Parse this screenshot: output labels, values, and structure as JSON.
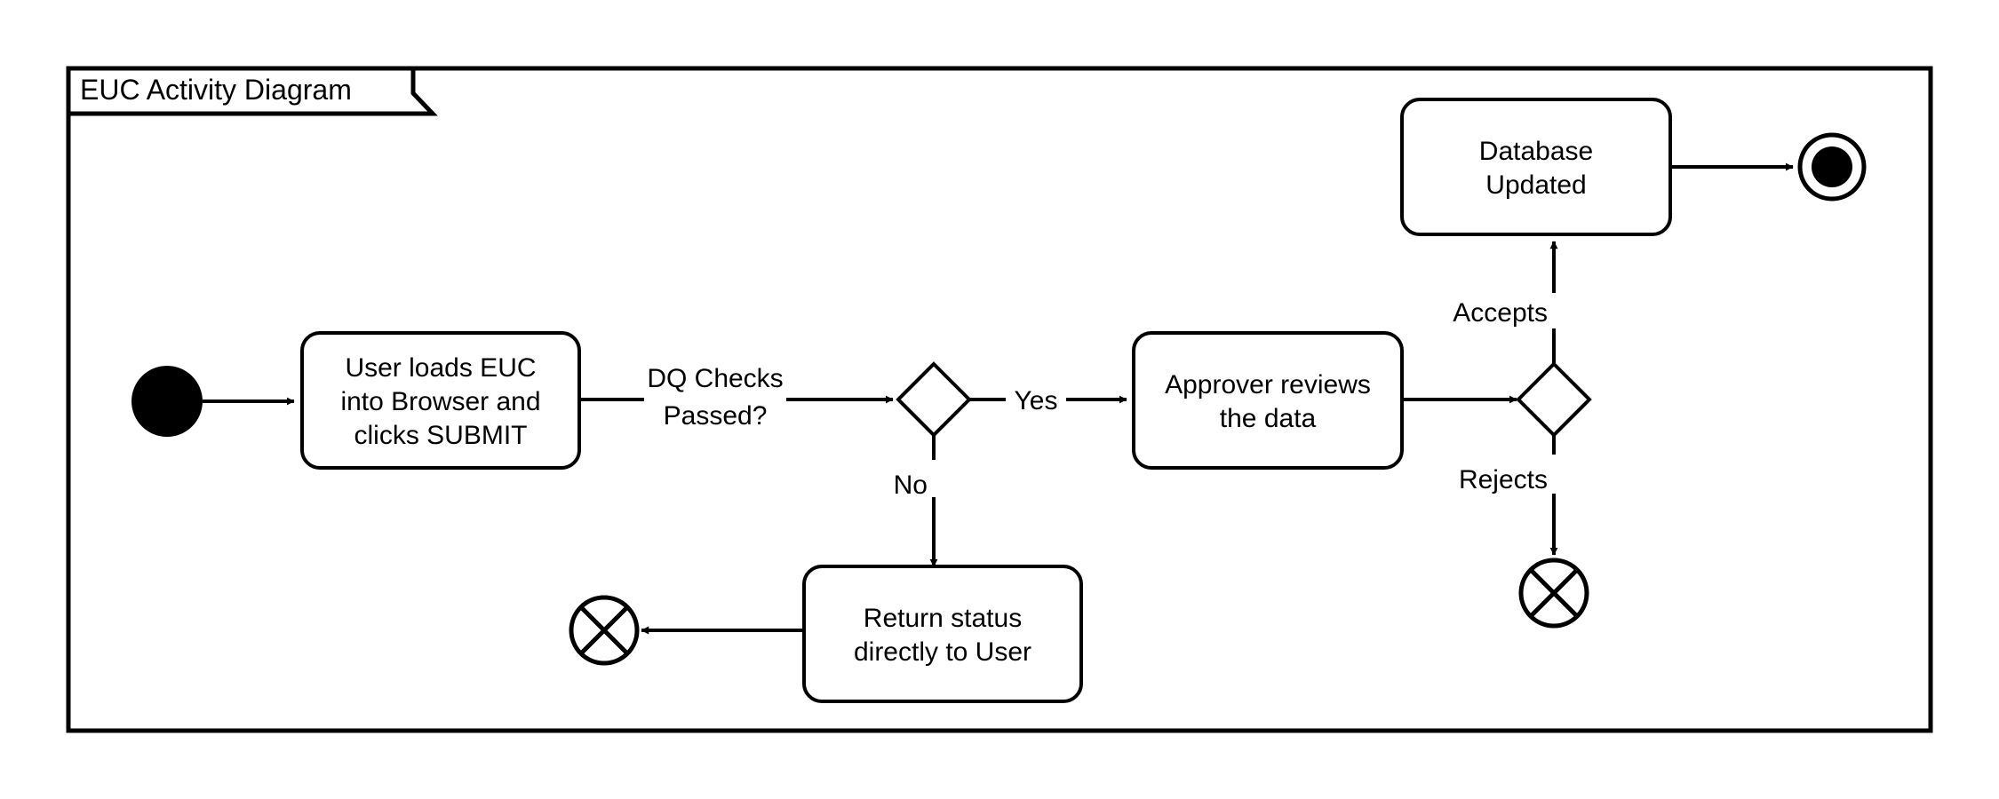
{
  "diagram": {
    "type": "uml-activity-diagram",
    "frame_title": "EUC Activity Diagram",
    "background_color": "#ffffff",
    "line_color": "#000000",
    "nodes": [
      {
        "id": "start",
        "kind": "initial-node",
        "label": ""
      },
      {
        "id": "load-euc",
        "kind": "action",
        "label": "User loads EUC into Browser and clicks SUBMIT",
        "line1": "User loads EUC",
        "line2": "into Browser and",
        "line3": "clicks SUBMIT"
      },
      {
        "id": "dq-decision",
        "kind": "decision",
        "label": ""
      },
      {
        "id": "approver",
        "kind": "action",
        "label": "Approver reviews the data",
        "line1": "Approver reviews",
        "line2": "the data"
      },
      {
        "id": "approval",
        "kind": "decision",
        "label": ""
      },
      {
        "id": "db-updated",
        "kind": "action",
        "label": "Database Updated",
        "line1": "Database",
        "line2": "Updated"
      },
      {
        "id": "final",
        "kind": "activity-final",
        "label": ""
      },
      {
        "id": "return-status",
        "kind": "action",
        "label": "Return status directly to User",
        "line1": "Return status",
        "line2": "directly to User"
      },
      {
        "id": "flow-final-1",
        "kind": "flow-final",
        "label": ""
      },
      {
        "id": "flow-final-2",
        "kind": "flow-final",
        "label": ""
      }
    ],
    "edges": [
      {
        "id": "e1",
        "from": "start",
        "to": "load-euc",
        "label": ""
      },
      {
        "id": "e2",
        "from": "load-euc",
        "to": "dq-decision",
        "label": "DQ Checks Passed?",
        "line1": "DQ Checks",
        "line2": "Passed?"
      },
      {
        "id": "e3",
        "from": "dq-decision",
        "to": "approver",
        "label": "Yes"
      },
      {
        "id": "e4",
        "from": "dq-decision",
        "to": "return-status",
        "label": "No"
      },
      {
        "id": "e5",
        "from": "approver",
        "to": "approval",
        "label": ""
      },
      {
        "id": "e6",
        "from": "approval",
        "to": "db-updated",
        "label": "Accepts"
      },
      {
        "id": "e7",
        "from": "approval",
        "to": "flow-final-2",
        "label": "Rejects"
      },
      {
        "id": "e8",
        "from": "db-updated",
        "to": "final",
        "label": ""
      },
      {
        "id": "e9",
        "from": "return-status",
        "to": "flow-final-1",
        "label": ""
      }
    ]
  }
}
